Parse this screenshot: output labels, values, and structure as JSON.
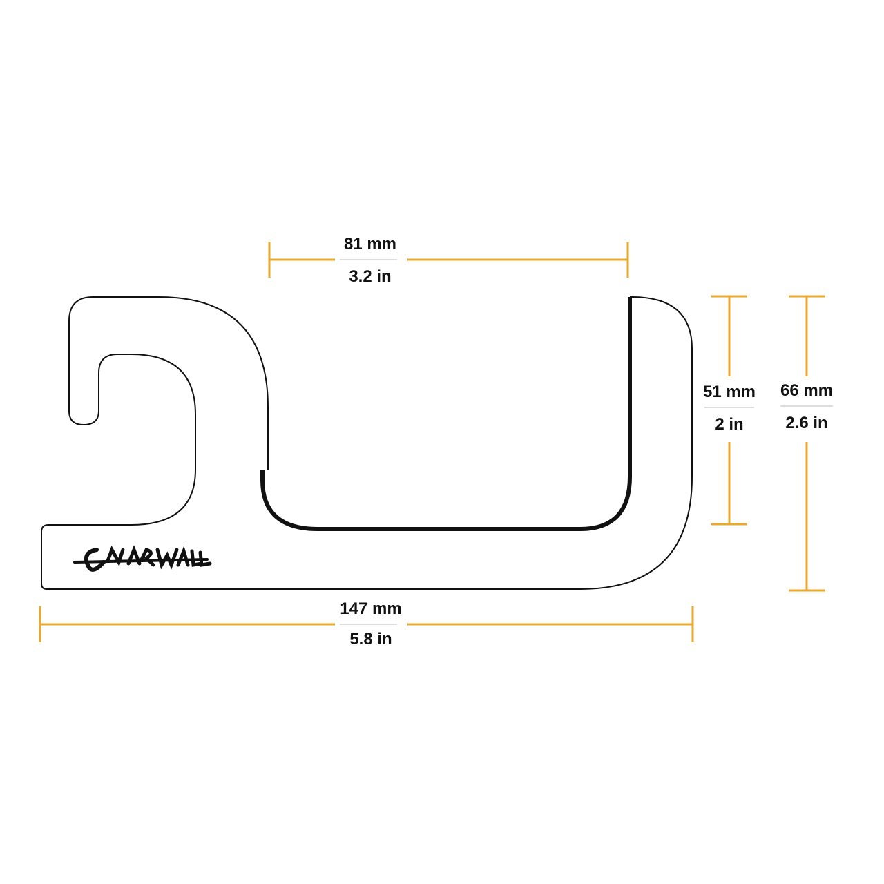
{
  "brand": {
    "logo_text": "GNARWALL"
  },
  "colors": {
    "dimension": "#e9a92c",
    "outline": "#111111",
    "divider": "#dddddd"
  },
  "dimensions": {
    "cavity_width": {
      "mm": "81 mm",
      "in": "3.2 in"
    },
    "inner_height": {
      "mm": "51 mm",
      "in": "2 in"
    },
    "total_height": {
      "mm": "66 mm",
      "in": "2.6 in"
    },
    "total_width": {
      "mm": "147 mm",
      "in": "5.8 in"
    }
  }
}
